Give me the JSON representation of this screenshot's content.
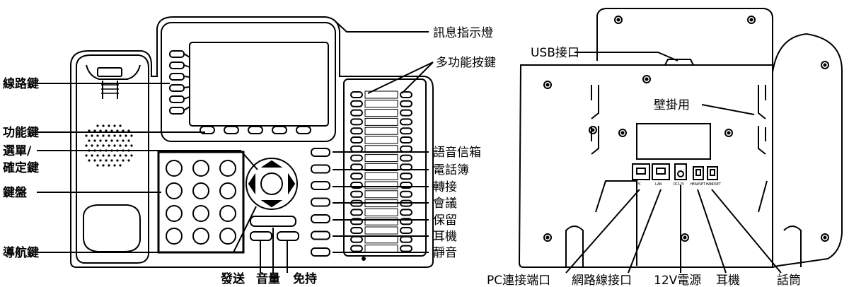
{
  "labels": {
    "line_keys": "線路鍵",
    "function_keys": "功能鍵",
    "menu_line1": "選單/",
    "menu_line2": "確定鍵",
    "keypad": "鍵盤",
    "nav_keys": "導航鍵",
    "send": "發送",
    "volume": "音量",
    "handsfree": "免持",
    "message_indicator": "訊息指示燈",
    "multi_function_keys": "多功能按鍵",
    "voicemail": "語音信箱",
    "phonebook": "電話簿",
    "transfer": "轉接",
    "conference": "會議",
    "hold": "保留",
    "headset": "耳機",
    "mute": "靜音",
    "usb_port": "USB接口",
    "wall_mount": "壁掛用",
    "pc_port": "PC連接端口",
    "lan_port": "網路線接口",
    "power": "12V電源",
    "rear_headset": "耳機",
    "handset": "話筒"
  },
  "port_markings": {
    "pc": "PC",
    "lan": "LAN",
    "dc": "DC12V",
    "headset": "HEADSET",
    "handset": "HANDSET"
  }
}
